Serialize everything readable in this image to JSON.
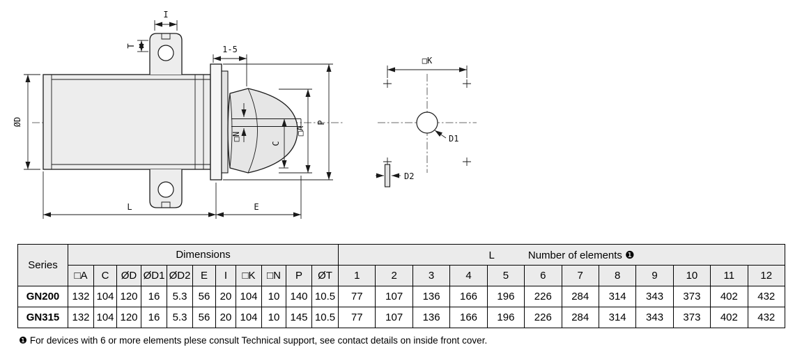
{
  "drawing": {
    "i": "I",
    "t": "T",
    "range_1_5": "1-5",
    "od": "ØD",
    "a": "□A",
    "p": "P",
    "c": "C",
    "n": "□N",
    "l": "L",
    "e": "E",
    "k": "□K",
    "d1": "D1",
    "d2": "D2"
  },
  "table": {
    "series_header": "Series",
    "dimensions_header": "Dimensions",
    "elements_header_l": "L",
    "elements_header_text": "Number of elements ❶",
    "dim_columns": [
      "□A",
      "C",
      "ØD",
      "ØD1",
      "ØD2",
      "E",
      "I",
      "□K",
      "□N",
      "P",
      "ØT"
    ],
    "element_columns": [
      "1",
      "2",
      "3",
      "4",
      "5",
      "6",
      "7",
      "8",
      "9",
      "10",
      "11",
      "12"
    ],
    "rows": [
      {
        "series": "GN200",
        "dims": [
          "132",
          "104",
          "120",
          "16",
          "5.3",
          "56",
          "20",
          "104",
          "10",
          "140",
          "10.5"
        ],
        "elements": [
          "77",
          "107",
          "136",
          "166",
          "196",
          "226",
          "284",
          "314",
          "343",
          "373",
          "402",
          "432"
        ]
      },
      {
        "series": "GN315",
        "dims": [
          "132",
          "104",
          "120",
          "16",
          "5.3",
          "56",
          "20",
          "104",
          "10",
          "145",
          "10.5"
        ],
        "elements": [
          "77",
          "107",
          "136",
          "166",
          "196",
          "226",
          "284",
          "314",
          "343",
          "373",
          "402",
          "432"
        ]
      }
    ]
  },
  "footnote": "❶ For devices with 6 or more elements plese consult Technical support, see contact details on inside front cover."
}
